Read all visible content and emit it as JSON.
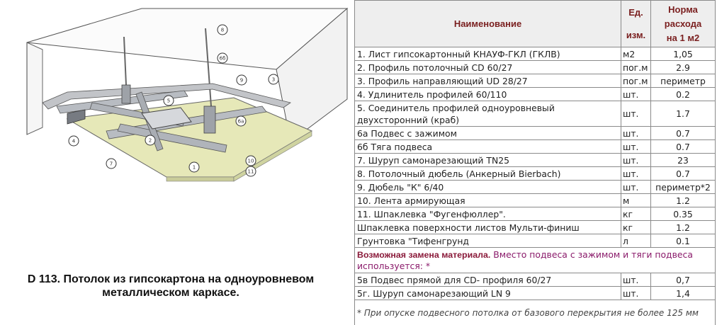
{
  "figure": {
    "callouts": [
      "8",
      "6б",
      "9",
      "3",
      "5",
      "6а",
      "4",
      "2",
      "7",
      "1",
      "10",
      "11"
    ]
  },
  "caption": {
    "line1": "D 113. Потолок из гипсокартона на одноуровневом",
    "line2": "металлическом каркасе."
  },
  "table": {
    "header": {
      "name": "Наименование",
      "unit": [
        "Ед.",
        "изм."
      ],
      "norm": [
        "Норма",
        "расхода",
        "на 1 м2"
      ]
    },
    "rows": [
      {
        "name": "1.   Лист гипсокартонный КНАУФ-ГКЛ (ГКЛВ)",
        "unit": "м2",
        "value": "1,05"
      },
      {
        "name": "2.  Профиль потолочный CD 60/27",
        "unit": "пог.м",
        "value": "2.9"
      },
      {
        "name": "3.  Профиль направляющий UD 28/27",
        "unit": "пог.м",
        "value": "периметр"
      },
      {
        "name": "4.  Удлинитель профилей 60/110",
        "unit": "шт.",
        "value": "0.2"
      },
      {
        "name": "5.  Соединитель профилей одноуровневый двухсторонний (краб)",
        "unit": "шт.",
        "value": "1.7",
        "wrap": true
      },
      {
        "name": "6а Подвес с зажимом",
        "unit": "шт.",
        "value": "0.7"
      },
      {
        "name": "6б Тяга подвеса",
        "unit": "шт.",
        "value": "0.7"
      },
      {
        "name": "7.  Шуруп самонарезающий TN25",
        "unit": "шт.",
        "value": "23"
      },
      {
        "name": "8.  Потолочный дюбель (Анкерный Bierbach)",
        "unit": "шт.",
        "value": "0.7"
      },
      {
        "name": "9. Дюбель \"К\" 6/40",
        "unit": "шт.",
        "value": "периметр*2"
      },
      {
        "name": "10. Лента армирующая",
        "unit": "м",
        "value": "1.2"
      },
      {
        "name": "11. Шпаклевка \"Фугенфюллер\".",
        "unit": "кг",
        "value": "0.35"
      },
      {
        "name": " Шпаклевка поверхности листов Мульти-финиш",
        "unit": "кг",
        "value": "1.2"
      },
      {
        "name": " Грунтовка \"Тифенгрунд",
        "unit": "л",
        "value": "0.1"
      }
    ],
    "alternative": {
      "title": "Возможная замена материала.",
      "body": " Вместо подвеса с зажимом и тяги подвеса используется: *"
    },
    "alt_rows": [
      {
        "name": "5в Подвес прямой для CD- профиля 60/27",
        "unit": "шт.",
        "value": "0,7"
      },
      {
        "name": "5г. Шуруп самонарезающий LN 9",
        "unit": "шт.",
        "value": "1,4"
      }
    ],
    "footnote": "* При опуске подвесного потолка от базового перекрытия не более 125 мм"
  }
}
